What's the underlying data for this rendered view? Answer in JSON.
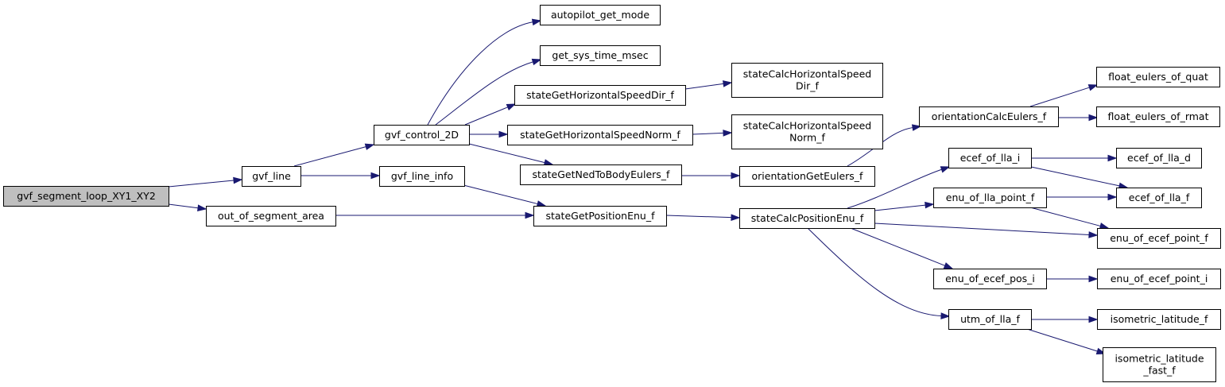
{
  "graph": {
    "nodes": [
      {
        "id": "root",
        "label": "gvf_segment_loop_XY1_XY2"
      },
      {
        "id": "gvf_line",
        "label": "gvf_line"
      },
      {
        "id": "out_of_segment_area",
        "label": "out_of_segment_area"
      },
      {
        "id": "gvf_control_2D",
        "label": "gvf_control_2D"
      },
      {
        "id": "gvf_line_info",
        "label": "gvf_line_info"
      },
      {
        "id": "autopilot_get_mode",
        "label": "autopilot_get_mode"
      },
      {
        "id": "get_sys_time_msec",
        "label": "get_sys_time_msec"
      },
      {
        "id": "stateGetHorizontalSpeedDir_f",
        "label": "stateGetHorizontalSpeedDir_f"
      },
      {
        "id": "stateGetHorizontalSpeedNorm_f",
        "label": "stateGetHorizontalSpeedNorm_f"
      },
      {
        "id": "stateGetNedToBodyEulers_f",
        "label": "stateGetNedToBodyEulers_f"
      },
      {
        "id": "stateGetPositionEnu_f",
        "label": "stateGetPositionEnu_f"
      },
      {
        "id": "stateCalcHorizontalSpeedDir_f",
        "label": "stateCalcHorizontalSpeed\nDir_f"
      },
      {
        "id": "stateCalcHorizontalSpeedNorm_f",
        "label": "stateCalcHorizontalSpeed\nNorm_f"
      },
      {
        "id": "orientationGetEulers_f",
        "label": "orientationGetEulers_f"
      },
      {
        "id": "stateCalcPositionEnu_f",
        "label": "stateCalcPositionEnu_f"
      },
      {
        "id": "orientationCalcEulers_f",
        "label": "orientationCalcEulers_f"
      },
      {
        "id": "ecef_of_lla_i",
        "label": "ecef_of_lla_i"
      },
      {
        "id": "enu_of_lla_point_f",
        "label": "enu_of_lla_point_f"
      },
      {
        "id": "enu_of_ecef_pos_i",
        "label": "enu_of_ecef_pos_i"
      },
      {
        "id": "utm_of_lla_f",
        "label": "utm_of_lla_f"
      },
      {
        "id": "float_eulers_of_quat",
        "label": "float_eulers_of_quat"
      },
      {
        "id": "float_eulers_of_rmat",
        "label": "float_eulers_of_rmat"
      },
      {
        "id": "ecef_of_lla_d",
        "label": "ecef_of_lla_d"
      },
      {
        "id": "ecef_of_lla_f",
        "label": "ecef_of_lla_f"
      },
      {
        "id": "enu_of_ecef_point_f",
        "label": "enu_of_ecef_point_f"
      },
      {
        "id": "enu_of_ecef_point_i",
        "label": "enu_of_ecef_point_i"
      },
      {
        "id": "isometric_latitude_f",
        "label": "isometric_latitude_f"
      },
      {
        "id": "isometric_latitude_fast_f",
        "label": "isometric_latitude\n_fast_f"
      }
    ],
    "edges": [
      [
        "root",
        "gvf_line"
      ],
      [
        "root",
        "out_of_segment_area"
      ],
      [
        "gvf_line",
        "gvf_control_2D"
      ],
      [
        "gvf_line",
        "gvf_line_info"
      ],
      [
        "out_of_segment_area",
        "stateGetPositionEnu_f"
      ],
      [
        "gvf_control_2D",
        "autopilot_get_mode"
      ],
      [
        "gvf_control_2D",
        "get_sys_time_msec"
      ],
      [
        "gvf_control_2D",
        "stateGetHorizontalSpeedDir_f"
      ],
      [
        "gvf_control_2D",
        "stateGetHorizontalSpeedNorm_f"
      ],
      [
        "gvf_control_2D",
        "stateGetNedToBodyEulers_f"
      ],
      [
        "gvf_line_info",
        "stateGetPositionEnu_f"
      ],
      [
        "stateGetHorizontalSpeedDir_f",
        "stateCalcHorizontalSpeedDir_f"
      ],
      [
        "stateGetHorizontalSpeedNorm_f",
        "stateCalcHorizontalSpeedNorm_f"
      ],
      [
        "stateGetNedToBodyEulers_f",
        "orientationGetEulers_f"
      ],
      [
        "stateGetPositionEnu_f",
        "stateCalcPositionEnu_f"
      ],
      [
        "orientationGetEulers_f",
        "orientationCalcEulers_f"
      ],
      [
        "orientationCalcEulers_f",
        "float_eulers_of_quat"
      ],
      [
        "orientationCalcEulers_f",
        "float_eulers_of_rmat"
      ],
      [
        "stateCalcPositionEnu_f",
        "ecef_of_lla_i"
      ],
      [
        "stateCalcPositionEnu_f",
        "enu_of_lla_point_f"
      ],
      [
        "stateCalcPositionEnu_f",
        "enu_of_ecef_point_f"
      ],
      [
        "stateCalcPositionEnu_f",
        "enu_of_ecef_pos_i"
      ],
      [
        "stateCalcPositionEnu_f",
        "utm_of_lla_f"
      ],
      [
        "ecef_of_lla_i",
        "ecef_of_lla_d"
      ],
      [
        "ecef_of_lla_i",
        "ecef_of_lla_f"
      ],
      [
        "enu_of_lla_point_f",
        "ecef_of_lla_f"
      ],
      [
        "enu_of_lla_point_f",
        "enu_of_ecef_point_f"
      ],
      [
        "enu_of_ecef_pos_i",
        "enu_of_ecef_point_i"
      ],
      [
        "utm_of_lla_f",
        "isometric_latitude_f"
      ],
      [
        "utm_of_lla_f",
        "isometric_latitude_fast_f"
      ]
    ],
    "colors": {
      "edge": "#191970",
      "root_fill": "#bfbfbf",
      "node_fill": "#ffffff",
      "node_stroke": "#000000"
    }
  }
}
